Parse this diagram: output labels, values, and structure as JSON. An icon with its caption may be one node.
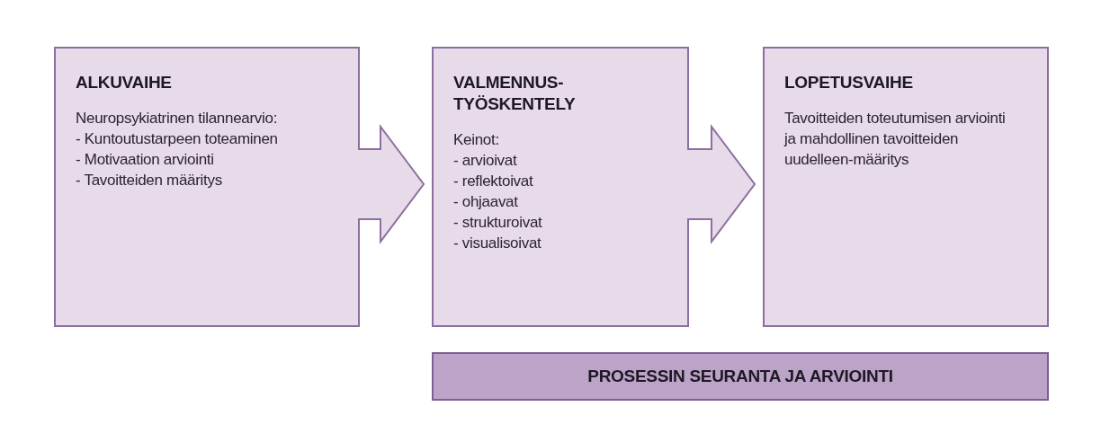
{
  "diagram": {
    "nodes": [
      {
        "text": [
          "ALKUVAIHE",
          "Neuropsykiatrinen tilannearvio:",
          "- Kuntoutustarpeen toteaminen",
          "- Motivaation arviointi",
          "- Tavoitteiden määritys"
        ]
      },
      {
        "text": [
          "VALMENNUS-TYÖSKENTELY",
          "Keinot:",
          "- arvioivat",
          "- reflektoivat",
          "- ohjaavat",
          "- strukturoivat",
          "- visualisoivat"
        ]
      },
      {
        "text": [
          "LOPETUSVAIHE",
          "Tavoitteiden toteutumisen arviointi ja mahdollinen tavoitteiden uudelleen-määritys"
        ]
      },
      {
        "text": [
          "PROSESSIN SEURANTA JA ARVIOINTI"
        ]
      }
    ],
    "edges": [
      {
        "from": 0,
        "to": 1,
        "arrow": "to"
      },
      {
        "from": 1,
        "to": 2,
        "arrow": "to"
      }
    ]
  }
}
